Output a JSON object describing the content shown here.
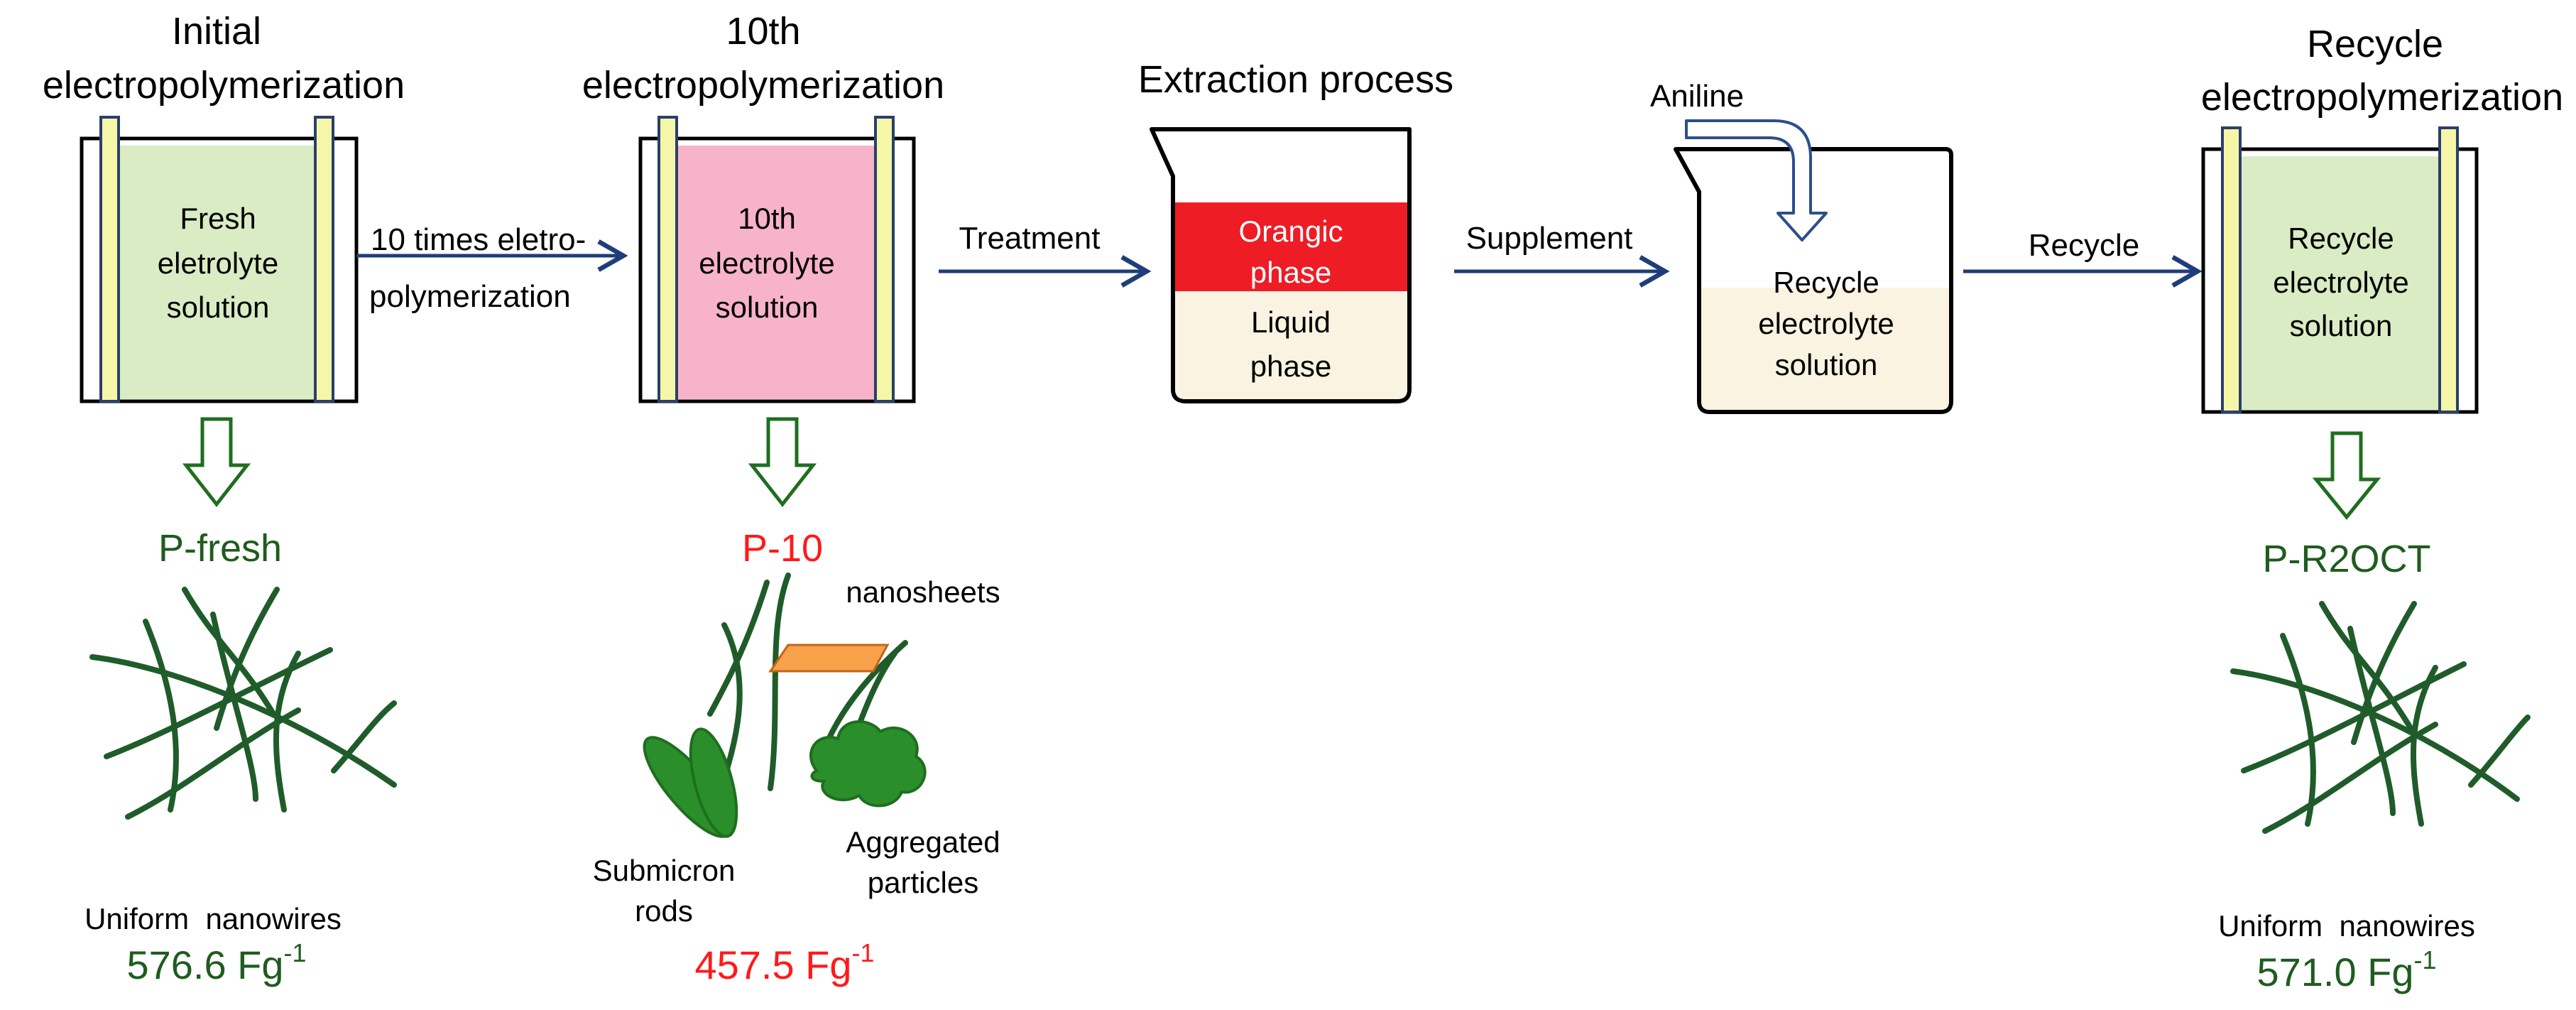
{
  "stages": {
    "initial": {
      "heading": [
        "Initial",
        "electropolymerization"
      ],
      "cell_label": [
        "Fresh",
        "eletrolyte",
        "solution"
      ],
      "cell_fill": "#d9ecc4",
      "sample": "P-fresh",
      "sample_color": "#1f5c1f",
      "morphology": "Uniform  nanowires",
      "capacitance": "576.6",
      "unit": "Fg",
      "exponent": "-1"
    },
    "tenth": {
      "heading": [
        "10th",
        "electropolymerization"
      ],
      "cell_label": [
        "10th",
        "electrolyte",
        "solution"
      ],
      "cell_fill": "#f7b3c9",
      "sample": "P-10",
      "sample_color": "#ff1a1a",
      "annotations": {
        "sheets": "nanosheets",
        "rods": [
          "Submicron",
          "rods"
        ],
        "particles": [
          "Aggregated",
          "particles"
        ]
      },
      "capacitance": "457.5",
      "unit": "Fg",
      "exponent": "-1"
    },
    "extraction": {
      "heading": "Extraction process",
      "organic": [
        "Orangic",
        "phase"
      ],
      "liquid": [
        "Liquid",
        "phase"
      ],
      "organic_color": "#ee1c24",
      "liquid_color": "#fbf3e1"
    },
    "supplement": {
      "input": "Aniline",
      "label": [
        "Recycle",
        "electrolyte",
        "solution"
      ],
      "liquid_color": "#fbf3e1"
    },
    "recycle": {
      "heading": [
        "Recycle",
        "electropolymerization"
      ],
      "cell_label": [
        "Recycle",
        "electrolyte",
        "solution"
      ],
      "cell_fill": "#d9ecc4",
      "sample": "P-R2OCT",
      "sample_color": "#1f5c1f",
      "morphology": "Uniform  nanowires",
      "capacitance": "571.0",
      "unit": "Fg",
      "exponent": "-1"
    }
  },
  "arrows": {
    "electro": [
      "10 times eletro-",
      "polymerization"
    ],
    "treatment": "Treatment",
    "supplement": "Supplement",
    "recycle": "Recycle"
  },
  "colors": {
    "flow_arrow": "#1f3d7a",
    "down_arrow": "#1f6e1f",
    "electrode": "#f6f6a8",
    "electrode_edge": "#2b3f6b",
    "wire": "#1f5c2a",
    "leaf": "#2a8f2a",
    "sheet": "#f7a14a"
  }
}
